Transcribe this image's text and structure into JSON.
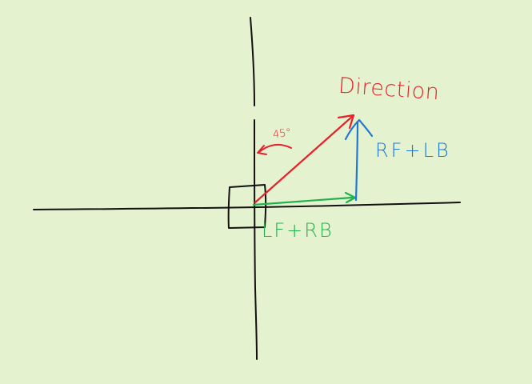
{
  "colors": {
    "background": "#e5f2cf",
    "ink": "#111111",
    "direction": "#e8202a",
    "rf_lb": "#1f78d1",
    "lf_rb": "#22b24c"
  },
  "labels": {
    "direction": "Direction",
    "angle": "45°",
    "rf_lb": "RF+LB",
    "lf_rb": "LF+RB"
  }
}
